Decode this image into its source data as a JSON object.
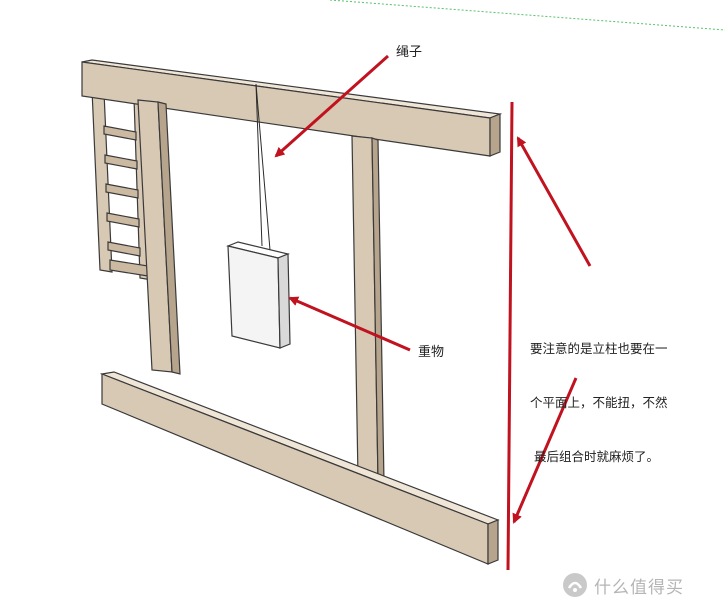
{
  "annotations": {
    "rope": "绳子",
    "weight": "重物",
    "note_lines": [
      "要注意的是立柱也要在一",
      "个平面上，不能扭，不然",
      " 最后组合时就麻烦了。"
    ]
  },
  "watermark": {
    "text": "什么值得买",
    "icon": "smzdm-logo-icon"
  },
  "colors": {
    "arrow": "#c1121f",
    "wood": "#d8c9b4",
    "wood_dark": "#b7a48c",
    "outline": "#3a3a3a",
    "guide_line": "#56c26a"
  }
}
